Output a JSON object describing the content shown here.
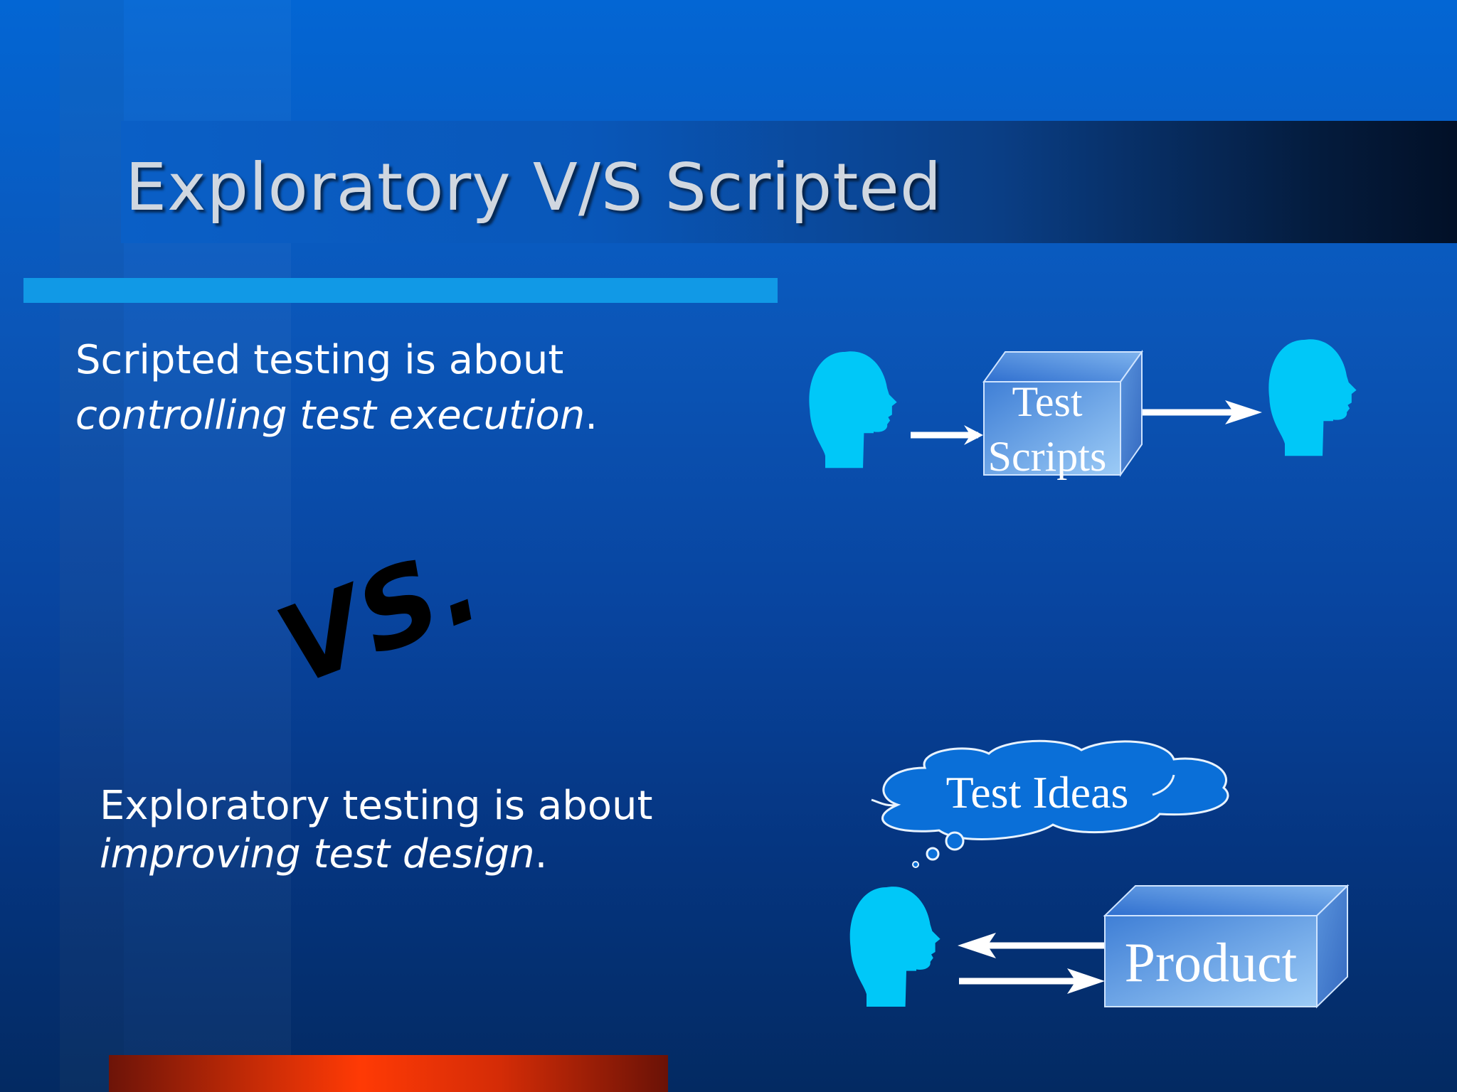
{
  "slide": {
    "title": "Exploratory V/S Scripted",
    "scripted": {
      "line1": "Scripted testing is about",
      "line2_italic": "controlling test execution",
      "line2_end": "."
    },
    "vs_label": "VS.",
    "exploratory": {
      "line1": "Exploratory testing is about",
      "line2_italic": "improving test design",
      "line2_end": "."
    }
  },
  "diagram_scripted": {
    "box_line1": "Test",
    "box_line2": "Scripts"
  },
  "diagram_exploratory": {
    "cloud_label": "Test Ideas",
    "box_label": "Product"
  },
  "colors": {
    "head": "#00c8f8",
    "box_light": "#8fc2f4",
    "box_dark": "#3f78cc",
    "cloud": "#0a6fd8",
    "accent_bar": "#1199e6",
    "bottom_bar": "#ff3a05"
  }
}
